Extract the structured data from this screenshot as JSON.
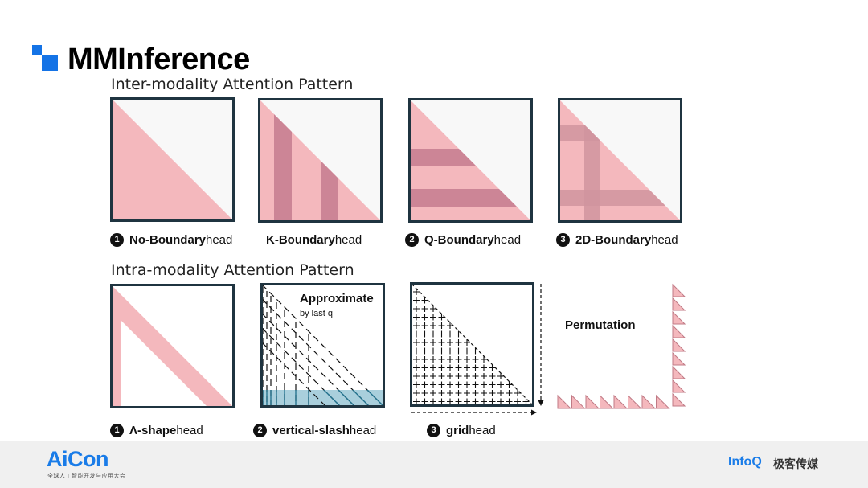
{
  "slide": {
    "title": "MMInference",
    "inter_section": "Inter-modality Attention Pattern",
    "intra_section": "Intra-modality Attention Pattern"
  },
  "inter_labels": [
    {
      "num": "1",
      "bold": "No-Boundary",
      "rest": " head"
    },
    {
      "num": "",
      "bold": "K-Boundary",
      "rest": " head"
    },
    {
      "num": "2",
      "bold": "Q-Boundary",
      "rest": " head"
    },
    {
      "num": "3",
      "bold": "2D-Boundary",
      "rest": " head"
    }
  ],
  "intra_labels": [
    {
      "num": "1",
      "bold": "Λ-shape",
      "rest": " head"
    },
    {
      "num": "2",
      "bold": "vertical-slash",
      "rest": " head"
    },
    {
      "num": "3",
      "bold": "grid",
      "rest": " head"
    }
  ],
  "approx": {
    "title": "Approximate",
    "sub": "by last q"
  },
  "permutation": "Permutation",
  "footer": {
    "aicon": "AiCon",
    "aicon_sub": "全球人工智能开发与应用大会",
    "infoq": "InfoQ",
    "geek": "极客传媒"
  },
  "colors": {
    "pink": "#f4b8bd",
    "dark_pink": "#cc8596",
    "frame": "#1f3440",
    "blue": "#1473e6",
    "teal": "#a9cfdc"
  }
}
